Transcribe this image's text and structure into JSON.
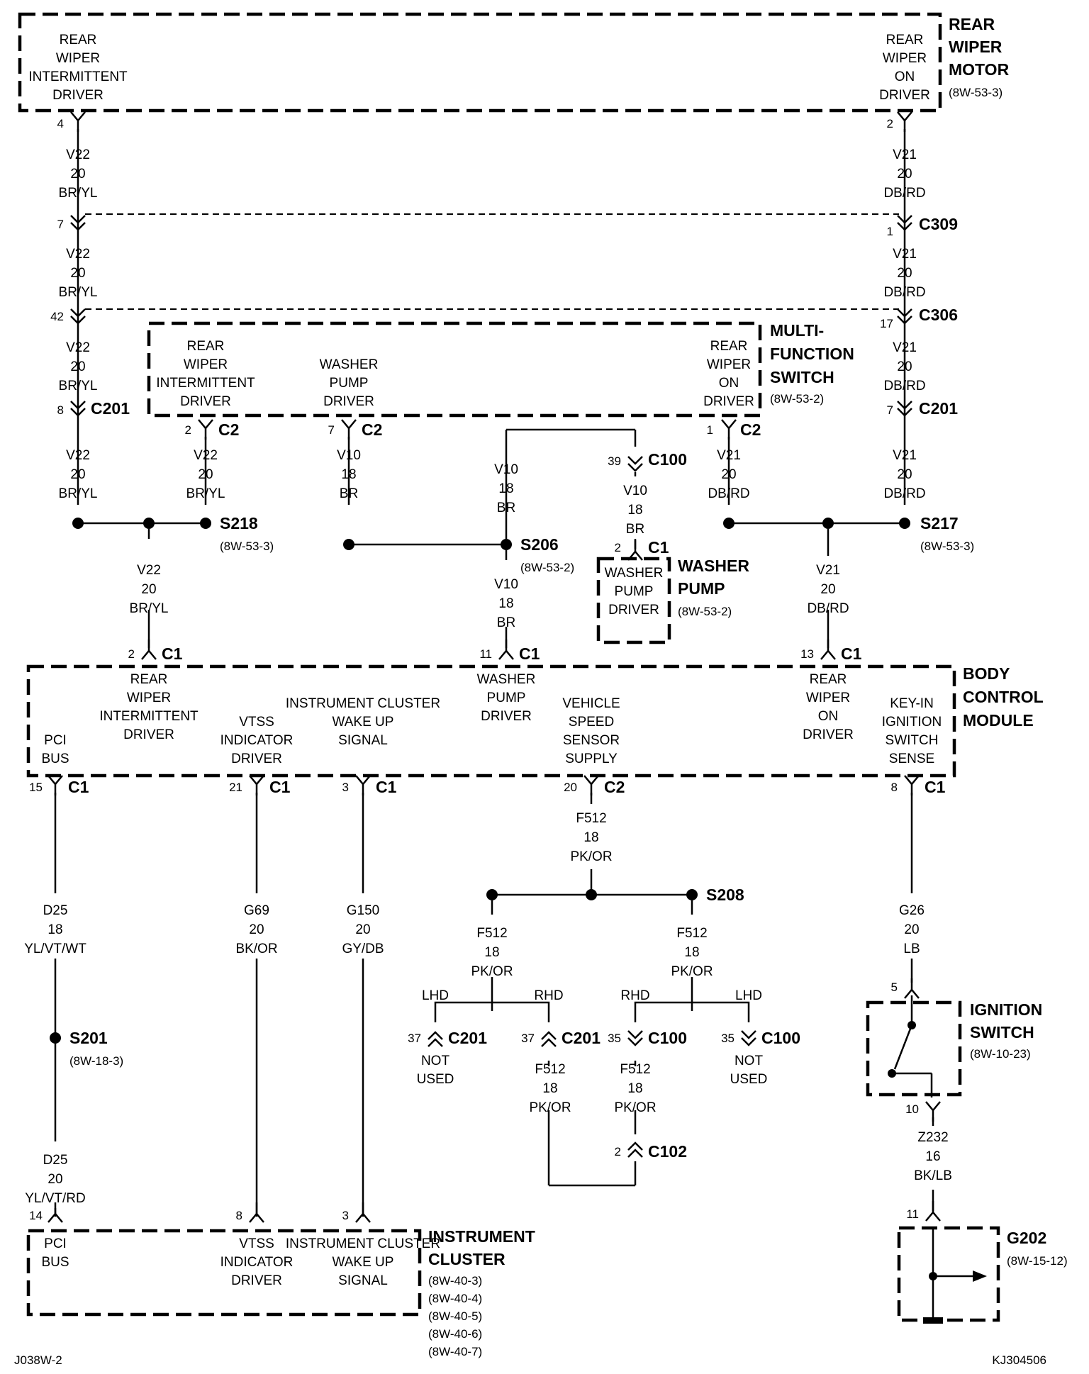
{
  "rear_wiper_motor": {
    "title": "REAR WIPER MOTOR",
    "ref": "(8W-53-3)",
    "int_driver": "REAR WIPER INTERMITTENT DRIVER",
    "on_driver": "REAR WIPER ON DRIVER",
    "pin_int": "4",
    "pin_on": "2"
  },
  "multifunction_switch": {
    "title": "MULTI- FUNCTION SWITCH",
    "ref": "(8W-53-2)",
    "int_driver": "REAR WIPER INTERMITTENT DRIVER",
    "washer_driver": "WASHER PUMP DRIVER",
    "on_driver": "REAR WIPER ON DRIVER",
    "pin_int": "2",
    "pin_washer": "7",
    "pin_on": "1",
    "conn": "C2"
  },
  "washer_pump": {
    "title": "WASHER PUMP",
    "ref": "(8W-53-2)",
    "driver": "WASHER PUMP DRIVER",
    "pin": "2",
    "conn": "C1"
  },
  "bcm": {
    "title": "BODY CONTROL MODULE",
    "int_driver": "REAR WIPER INTERMITTENT DRIVER",
    "washer_driver": "WASHER PUMP DRIVER",
    "on_driver": "REAR WIPER ON DRIVER",
    "pci": "PCI BUS",
    "vtss": "VTSS INDICATOR DRIVER",
    "wake": "INSTRUMENT CLUSTER WAKE UP SIGNAL",
    "vss": "VEHICLE SPEED SENSOR SUPPLY",
    "keyin": "KEY-IN IGNITION SWITCH SENSE",
    "pins": {
      "int": "2",
      "washer": "11",
      "on": "13",
      "pci": "15",
      "vtss": "21",
      "wake": "3",
      "vss": "20",
      "keyin": "8"
    },
    "c1": "C1",
    "c2": "C2"
  },
  "instrument_cluster": {
    "title": "INSTRUMENT CLUSTER",
    "refs": [
      "(8W-40-3)",
      "(8W-40-4)",
      "(8W-40-5)",
      "(8W-40-6)",
      "(8W-40-7)"
    ],
    "pci": "PCI BUS",
    "vtss": "VTSS INDICATOR DRIVER",
    "wake": "INSTRUMENT CLUSTER WAKE UP SIGNAL",
    "pins": {
      "pci": "14",
      "vtss": "8",
      "wake": "3"
    }
  },
  "ignition_switch": {
    "title": "IGNITION SWITCH",
    "ref": "(8W-10-23)",
    "pin_in": "5",
    "pin_out": "10"
  },
  "ground": {
    "title": "G202",
    "ref": "(8W-15-12)",
    "pin": "11"
  },
  "connectors": {
    "c309": "C309",
    "c306": "C306",
    "c201": "C201",
    "c100": "C100",
    "c102": "C102",
    "pin_v22_c309": "7",
    "pin_v21_c309": "1",
    "pin_v22_c306": "42",
    "pin_v21_c306": "17",
    "pin_v22_c201": "8",
    "pin_v21_c201": "7",
    "pin_c100_v10": "39",
    "pin_c201_lhd": "37",
    "pin_c201_rhd": "37",
    "pin_c100_rhd": "35",
    "pin_c100_lhd": "35",
    "pin_c102": "2"
  },
  "splices": {
    "s218": "S218",
    "s218_ref": "(8W-53-3)",
    "s206": "S206",
    "s206_ref": "(8W-53-2)",
    "s217": "S217",
    "s217_ref": "(8W-53-3)",
    "s208": "S208",
    "s201": "S201",
    "s201_ref": "(8W-18-3)"
  },
  "wires": {
    "v22": [
      "V22",
      "20",
      "BR/YL"
    ],
    "v21": [
      "V21",
      "20",
      "DB/RD"
    ],
    "v10": [
      "V10",
      "18",
      "BR"
    ],
    "f512": [
      "F512",
      "18",
      "PK/OR"
    ],
    "d25a": [
      "D25",
      "18",
      "YL/VT/WT"
    ],
    "d25b": [
      "D25",
      "20",
      "YL/VT/RD"
    ],
    "g69": [
      "G69",
      "20",
      "BK/OR"
    ],
    "g150": [
      "G150",
      "20",
      "GY/DB"
    ],
    "g26": [
      "G26",
      "20",
      "LB"
    ],
    "z232": [
      "Z232",
      "16",
      "BK/LB"
    ]
  },
  "labels": {
    "lhd": "LHD",
    "rhd": "RHD",
    "not_used": "NOT USED"
  },
  "footer": {
    "left": "J038W-2",
    "right": "KJ304506"
  }
}
